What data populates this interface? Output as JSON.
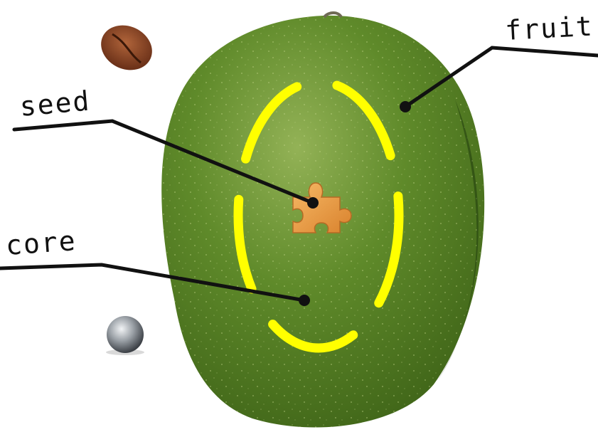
{
  "labels": {
    "fruit": "fruit",
    "seed": "seed",
    "core": "core"
  },
  "colors": {
    "mango_dark": "#3f6418",
    "mango_mid": "#5f8a2a",
    "mango_light": "#93b256",
    "core_outline": "#ffff00",
    "leader_line": "#111111",
    "puzzle_piece": "#e79a43",
    "coffee_bean": "#8a4424",
    "pearl": "#8a8f96"
  },
  "icons": [
    "mango-fruit",
    "puzzle-piece-icon",
    "coffee-bean-icon",
    "pearl-ball-icon"
  ]
}
